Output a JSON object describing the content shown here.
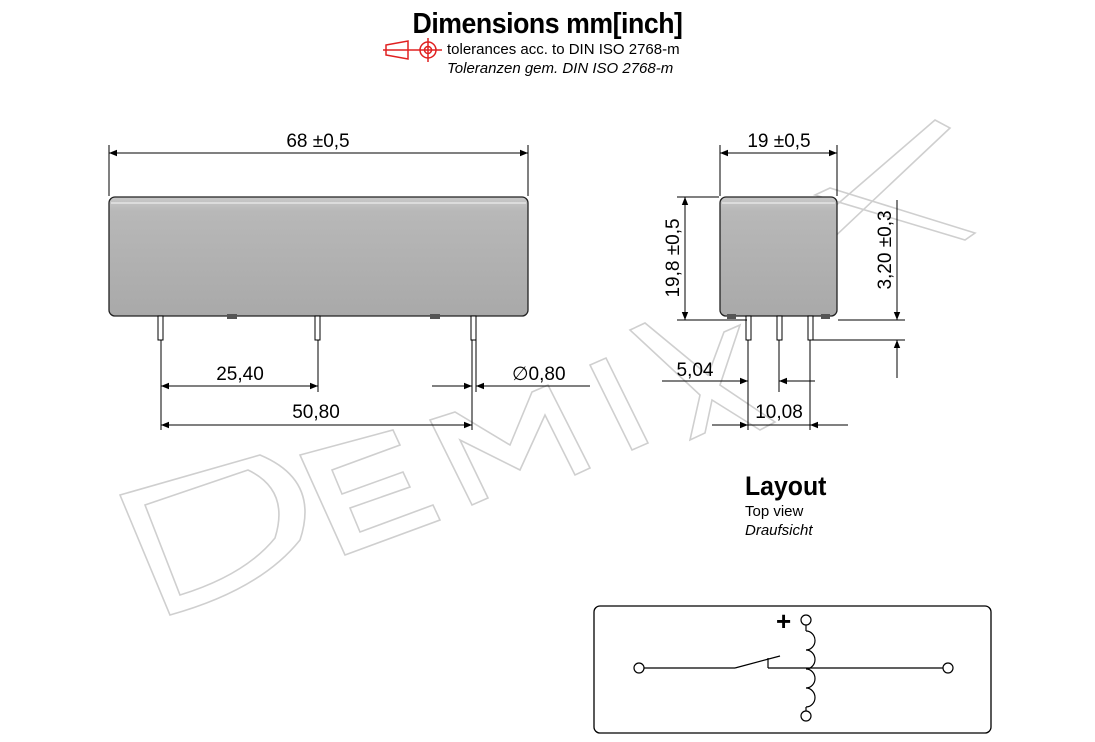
{
  "header": {
    "title": "Dimensions mm[inch]",
    "tolerance_en": "tolerances acc. to DIN ISO 2768-m",
    "tolerance_de": "Toleranzen gem. DIN ISO 2768-m"
  },
  "watermark": "DEMIX",
  "front_view": {
    "length": "68 ±0,5",
    "pitch_1": "25,40",
    "pitch_2": "50,80",
    "pin_diameter": "∅0,80"
  },
  "side_view": {
    "width": "19 ±0,5",
    "height": "19,8 ±0,5",
    "pin_length": "3,20 ±0,3",
    "offset_1": "5,04",
    "offset_2": "10,08"
  },
  "layout": {
    "title": "Layout",
    "subtitle_en": "Top view",
    "subtitle_de": "Draufsicht",
    "plus_sign": "+"
  },
  "colors": {
    "body_fill": "#b4b4b4",
    "tolerance_symbol": "#e02020",
    "watermark_stroke": "#d0d0d0"
  }
}
